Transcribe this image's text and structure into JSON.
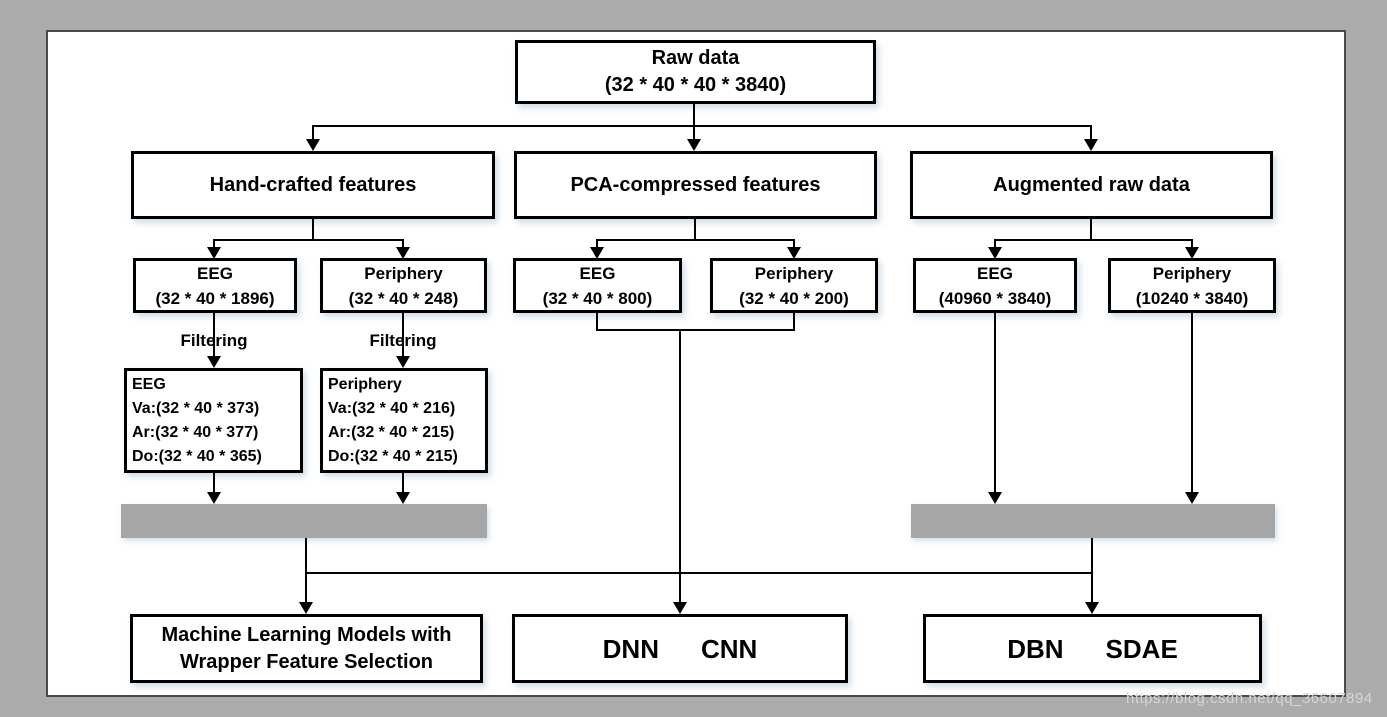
{
  "colors": {
    "background": "#ababab",
    "panel_background": "#ffffff",
    "panel_border": "#4a4a4a",
    "box_border": "#000000",
    "box_background": "#ffffff",
    "gray_bar": "#a6a6a6",
    "connector": "#000000",
    "watermark_text": "#d6d6d6"
  },
  "watermark": "https://blog.csdn.net/qq_36607894",
  "flowchart": {
    "root": {
      "title": "Raw data",
      "dims": "(32 * 40 * 40 * 3840)"
    },
    "hand_crafted": {
      "header": "Hand-crafted features",
      "eeg": {
        "title": "EEG",
        "dims": "(32 * 40 * 1896)"
      },
      "periphery": {
        "title": "Periphery",
        "dims": "(32 * 40 * 248)"
      },
      "filtering_label": "Filtering",
      "filtered_eeg": {
        "title": "EEG",
        "va": "Va:(32 * 40 * 373)",
        "ar": "Ar:(32 * 40 * 377)",
        "do": "Do:(32 * 40 * 365)"
      },
      "filtered_periphery": {
        "title": "Periphery",
        "va": "Va:(32 * 40 * 216)",
        "ar": "Ar:(32 * 40 * 215)",
        "do": "Do:(32 * 40 * 215)"
      },
      "model_line1": "Machine Learning Models with",
      "model_line2": "Wrapper Feature Selection"
    },
    "pca": {
      "header": "PCA-compressed features",
      "eeg": {
        "title": "EEG",
        "dims": "(32 * 40 * 800)"
      },
      "periphery": {
        "title": "Periphery",
        "dims": "(32 * 40 * 200)"
      },
      "model_left": "DNN",
      "model_right": "CNN"
    },
    "augmented": {
      "header": "Augmented raw data",
      "eeg": {
        "title": "EEG",
        "dims": "(40960 * 3840)"
      },
      "periphery": {
        "title": "Periphery",
        "dims": "(10240 * 3840)"
      },
      "model_left": "DBN",
      "model_right": "SDAE"
    }
  }
}
